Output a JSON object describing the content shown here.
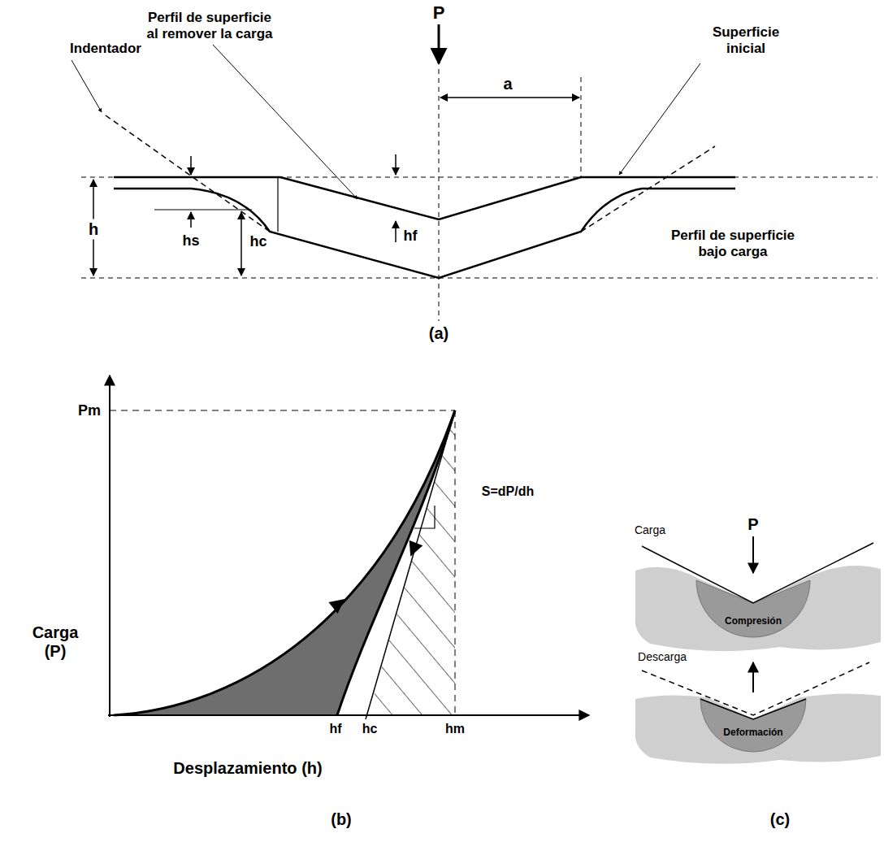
{
  "diagram": {
    "labels": [
      "Perfil de superficie al remover la carga",
      "Indentador",
      "P",
      "Superficie inicial",
      "a",
      "h",
      "hs",
      "hc",
      "hf",
      "Perfil de superficie bajo carga",
      "(a)",
      "Pm",
      "Carga (P)",
      "S=dP/dh",
      "hf",
      "hc",
      "hm",
      "Desplazamiento (h)",
      "(b)",
      "P",
      "Carga",
      "Compresión",
      "Descarga",
      "Deformación",
      "(c)"
    ]
  }
}
